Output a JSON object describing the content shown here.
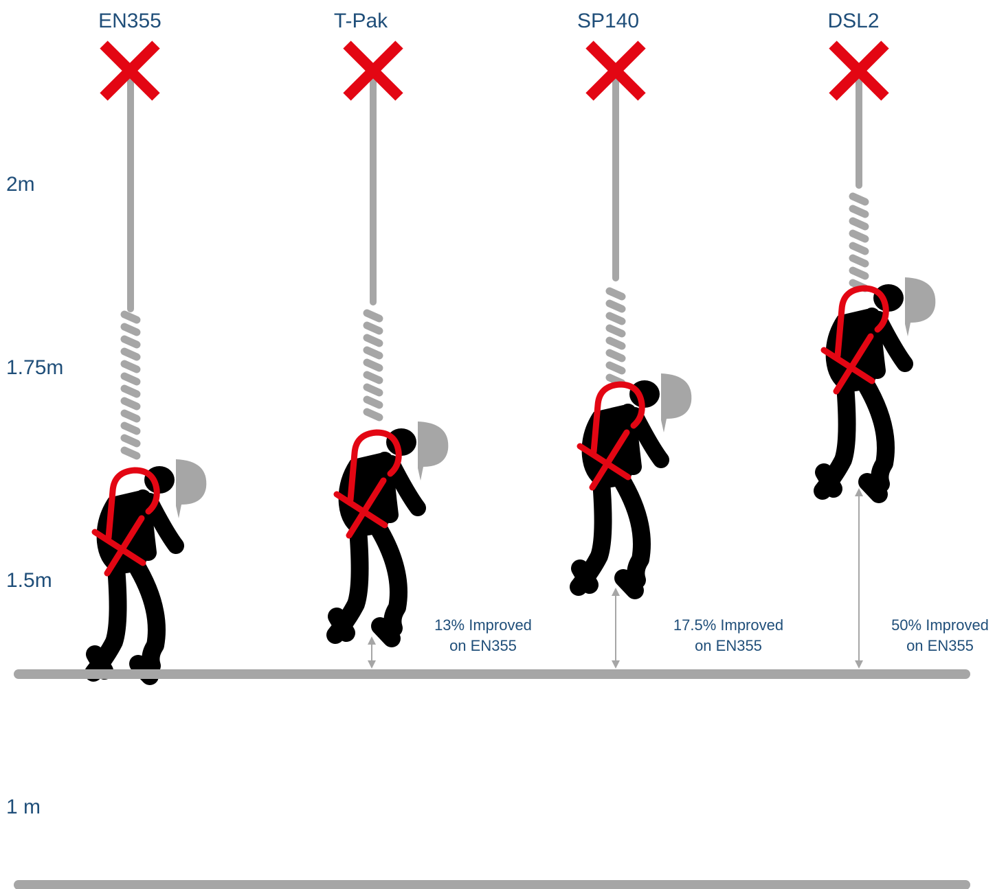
{
  "colors": {
    "label": "#1f4e79",
    "cross": "#e30613",
    "rope": "#a6a6a6",
    "figure": "#000000",
    "ground": "#a6a6a6",
    "arrow": "#a6a6a6",
    "note": "#1f4e79"
  },
  "products": [
    {
      "name": "EN355"
    },
    {
      "name": "T-Pak"
    },
    {
      "name": "SP140"
    },
    {
      "name": "DSL2"
    }
  ],
  "height_labels": [
    "2m",
    "1.75m",
    "1.5m",
    "1 m"
  ],
  "improvements": [
    {
      "product": "T-Pak",
      "percent": "13%",
      "line1": "13% Improved",
      "line2": "on EN355",
      "value": 13
    },
    {
      "product": "SP140",
      "percent": "17.5%",
      "line1": "17.5%  Improved",
      "line2": "on EN355",
      "value": 17.5
    },
    {
      "product": "DSL2",
      "percent": "50%",
      "line1": "50%  Improved",
      "line2": "on EN355",
      "value": 50
    }
  ],
  "icons": {
    "anchor": "anchor-cross-icon",
    "lanyard": "coiled-lanyard-icon",
    "worker": "suspended-worker-icon",
    "harness": "harness-icon",
    "helmet": "helmet-icon"
  }
}
